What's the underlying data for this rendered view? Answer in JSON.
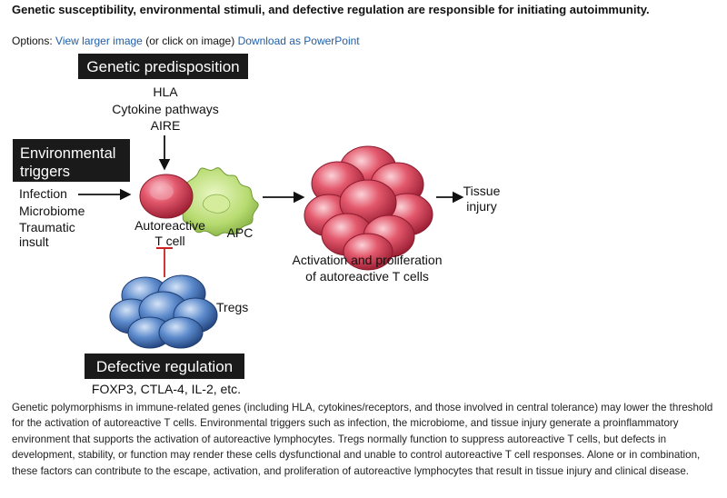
{
  "header": {
    "title": "Genetic susceptibility, environmental stimuli, and defective regulation are responsible for initiating autoimmunity."
  },
  "options": {
    "prefix": "Options: ",
    "view_link": "View larger image",
    "middle": " (or click on image) ",
    "download_link": "Download as PowerPoint"
  },
  "figure": {
    "genetic": {
      "title": "Genetic predisposition",
      "items": [
        "HLA",
        "Cytokine pathways",
        "AIRE"
      ]
    },
    "environmental": {
      "title_line1": "Environmental",
      "title_line2": "triggers",
      "items": [
        "Infection",
        "Microbiome",
        "Traumatic",
        "insult"
      ]
    },
    "tcell_label_line1": "Autoreactive",
    "tcell_label_line2": "T cell",
    "apc_label": "APC",
    "activation_line1": "Activation and proliferation",
    "activation_line2": "of autoreactive T cells",
    "tissue_line1": "Tissue",
    "tissue_line2": "injury",
    "tregs_label": "Tregs",
    "defective": {
      "title": "Defective regulation",
      "items": "FOXP3, CTLA-4, IL-2, etc."
    },
    "colors": {
      "label_box": "#1a1a1a",
      "tcell": "#d9435a",
      "apc": "#b9dc74",
      "treg": "#4f7fc4",
      "inhibit": "#cc2222"
    }
  },
  "caption": "Genetic polymorphisms in immune-related genes (including HLA, cytokines/receptors, and those involved in central tolerance) may lower the threshold for the activation of autoreactive T cells. Environmental triggers such as infection, the microbiome, and tissue injury generate a proinflammatory environment that supports the activation of autoreactive lymphocytes. Tregs normally function to suppress autoreactive T cells, but defects in development, stability, or function may render these cells dysfunctional and unable to control autoreactive T cell responses. Alone or in combination, these factors can contribute to the escape, activation, and proliferation of autoreactive lymphocytes that result in tissue injury and clinical disease."
}
